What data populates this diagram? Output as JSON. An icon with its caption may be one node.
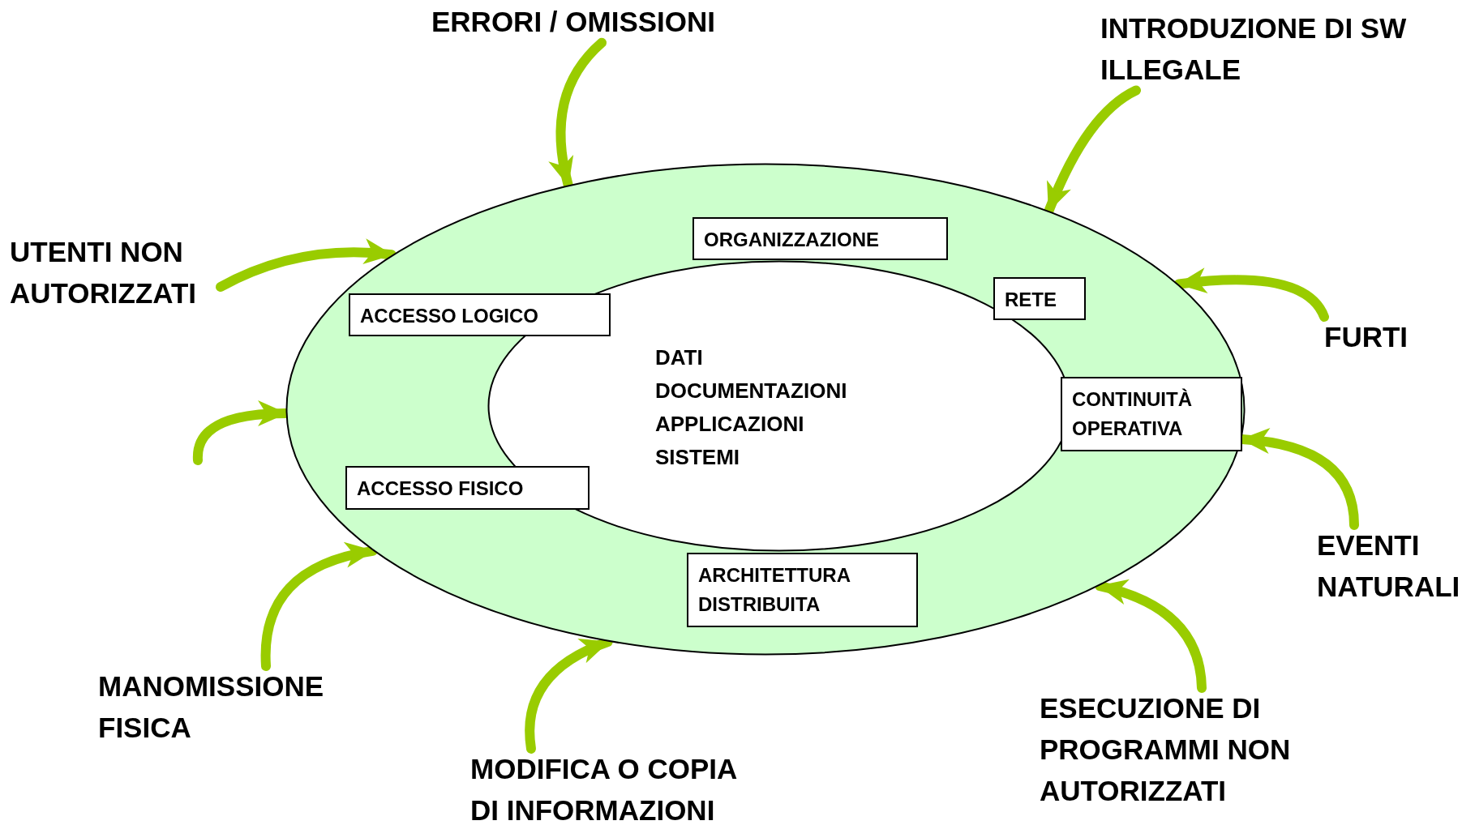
{
  "diagram": {
    "nodes": [
      {
        "text": [],
        "shape": "ellipse"
      },
      {
        "text": [
          "DATI",
          "DOCUMENTAZIONI",
          "APPLICAZIONI",
          "SISTEMI"
        ],
        "in": 0
      },
      {
        "text": [
          "ORGANIZZAZIONE"
        ],
        "in": 0
      },
      {
        "text": [
          "RETE"
        ],
        "in": 0
      },
      {
        "text": [
          "ACCESSO LOGICO"
        ],
        "in": 0
      },
      {
        "text": [
          "CONTINUITÀ OPERATIVA"
        ],
        "in": 0
      },
      {
        "text": [
          "ACCESSO FISICO"
        ],
        "in": 0
      },
      {
        "text": [
          "ARCHITETTURA DISTRIBUITA"
        ],
        "in": 0
      },
      {
        "text": [
          "ERRORI / OMISSIONI"
        ]
      },
      {
        "text": [
          "INTRODUZIONE DI SW ILLEGALE"
        ]
      },
      {
        "text": [
          "UTENTI NON AUTORIZZATI"
        ]
      },
      {
        "text": [
          "FURTI"
        ]
      },
      {
        "text": [
          "EVENTI NATURALI"
        ]
      },
      {
        "text": [
          "MANOMISSIONE FISICA"
        ]
      },
      {
        "text": [
          "ESECUZIONE DI PROGRAMMI NON AUTORIZZATI"
        ]
      },
      {
        "text": [
          "MODIFICA O COPIA DI INFORMAZIONI"
        ]
      }
    ],
    "edges": [
      {
        "from": 8,
        "to": 0,
        "arrow": "to"
      },
      {
        "from": 9,
        "to": 0,
        "arrow": "to"
      },
      {
        "from": 10,
        "to": 0,
        "arrow": "to"
      },
      {
        "from": 11,
        "to": 0,
        "arrow": "to"
      },
      {
        "from": null,
        "to": 0,
        "arrow": "to"
      },
      {
        "from": 12,
        "to": 0,
        "arrow": "to"
      },
      {
        "from": 13,
        "to": 0,
        "arrow": "to"
      },
      {
        "from": 14,
        "to": 0,
        "arrow": "to"
      },
      {
        "from": 15,
        "to": 0,
        "arrow": "to"
      }
    ]
  }
}
